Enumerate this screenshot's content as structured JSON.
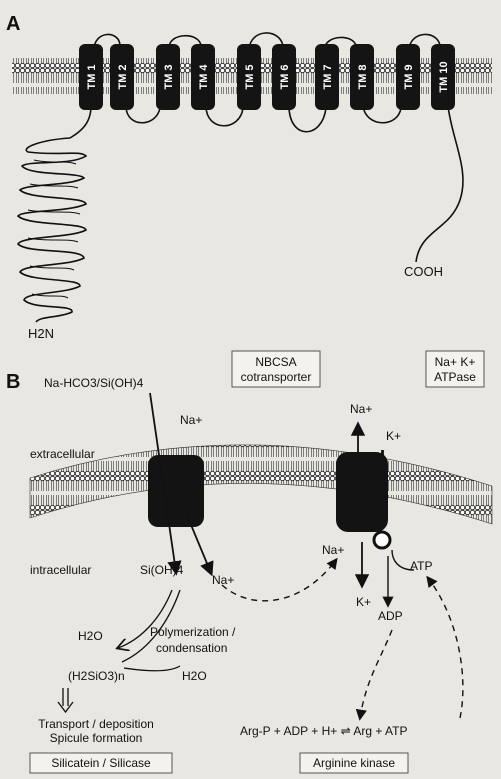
{
  "panel_a": {
    "label": "A",
    "helices": [
      "TM 1",
      "TM 2",
      "TM 3",
      "TM 4",
      "TM 5",
      "TM 6",
      "TM 7",
      "TM 8",
      "TM 9",
      "TM 10"
    ],
    "n_terminus": "H2N",
    "c_terminus": "COOH"
  },
  "panel_b": {
    "label": "B",
    "top_left_formula": "Na-HCO3/Si(OH)4",
    "nbcsa_box": [
      "NBCSA",
      "cotransporter"
    ],
    "atpase_box": [
      "Na+ K+",
      "ATPase"
    ],
    "extracellular": "extracellular",
    "intracellular": "intracellular",
    "na_in_label": "Na+",
    "na_out_label": "Na+",
    "na_after_label": "Na+",
    "k_out_label": "K+",
    "na_pump_label": "Na+",
    "k_in_label": "K+",
    "sioh4": "Si(OH)4",
    "atp": "ATP",
    "adp": "ADP",
    "h2o_1": "H2O",
    "h2o_2": "H2O",
    "polymerization": [
      "Polymerization /",
      "condensation"
    ],
    "polymer": "(H2SiO3)n",
    "transport": [
      "Transport / deposition",
      "Spicule formation"
    ],
    "equation": "Arg-P + ADP + H+ ⇌ Arg + ATP",
    "silicatein_box": "Silicatein / Silicase",
    "kinase_box": "Arginine kinase"
  }
}
